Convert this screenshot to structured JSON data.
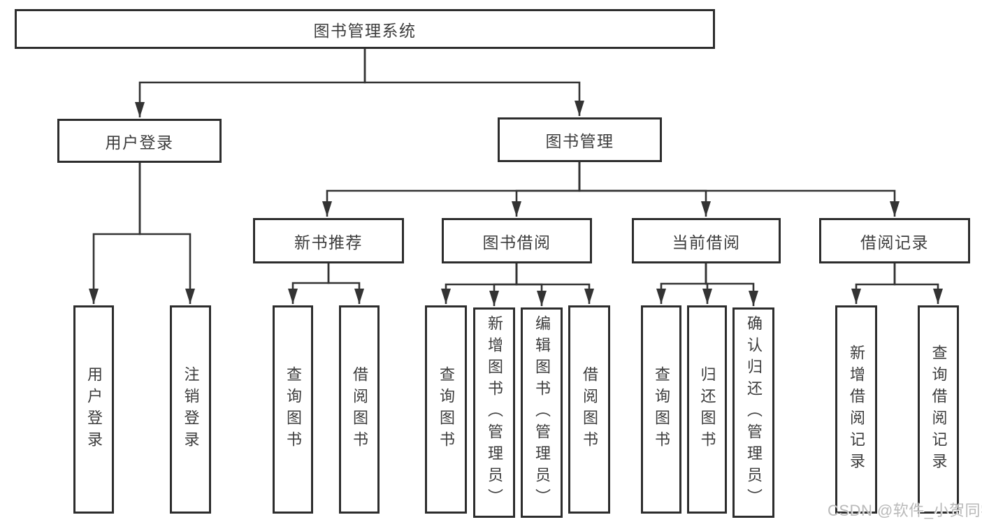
{
  "diagram": {
    "title": "图书管理系统",
    "root": {
      "label": "图书管理系统"
    },
    "branches": [
      {
        "label": "用户登录",
        "children": [
          "用户登录",
          "注销登录"
        ]
      },
      {
        "label": "图书管理",
        "groups": [
          {
            "label": "新书推荐",
            "children": [
              "查询图书",
              "借阅图书"
            ]
          },
          {
            "label": "图书借阅",
            "children": [
              "查询图书",
              "新增图书（管理员）",
              "编辑图书（管理员）",
              "借阅图书"
            ]
          },
          {
            "label": "当前借阅",
            "children": [
              "查询图书",
              "归还图书",
              "确认归还（管理员）"
            ]
          },
          {
            "label": "借阅记录",
            "children": [
              "新增借阅记录",
              "查询借阅记录"
            ]
          }
        ]
      }
    ],
    "watermark": "CSDN @软件_小贺同学",
    "colors": {
      "line": "#333333",
      "box_border": "#2d2d2d",
      "text": "#3c3c3c",
      "watermark": "#b9b9b9",
      "background": "#ffffff"
    }
  }
}
